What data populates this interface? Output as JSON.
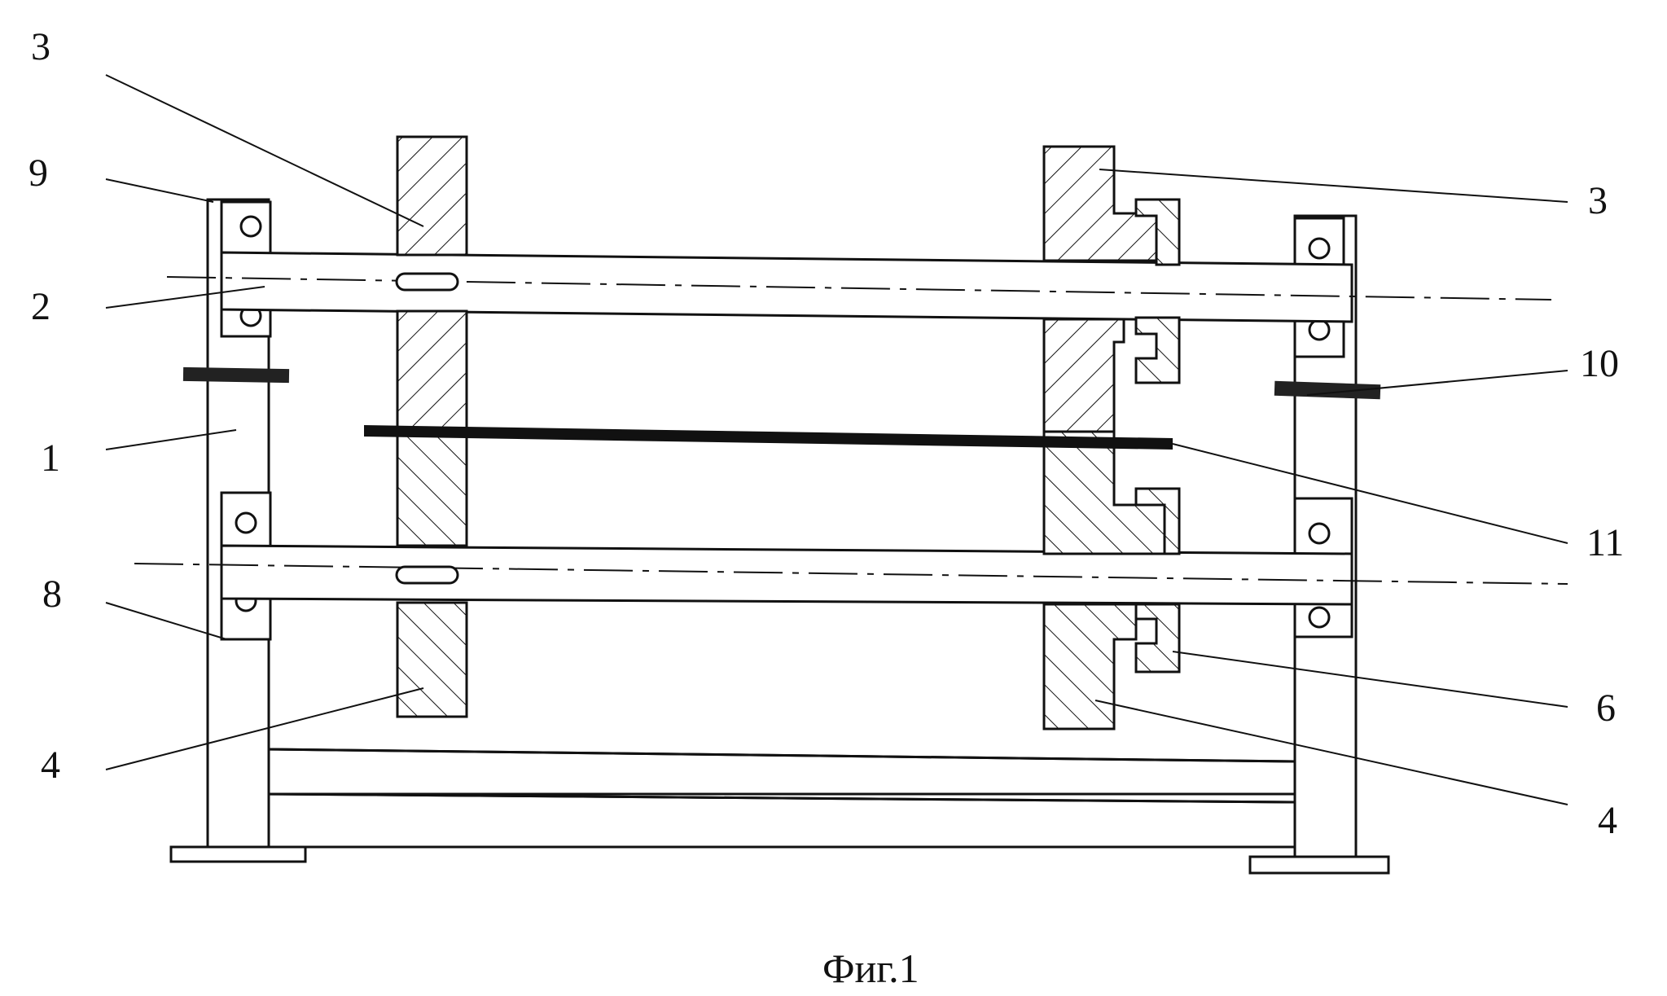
{
  "caption": "Фиг.1",
  "labels": {
    "l3_left": "3",
    "l9": "9",
    "l2": "2",
    "l1": "1",
    "l8": "8",
    "l4_left": "4",
    "l3_right": "3",
    "l10": "10",
    "l11": "11",
    "l6": "6",
    "l4_right": "4"
  }
}
